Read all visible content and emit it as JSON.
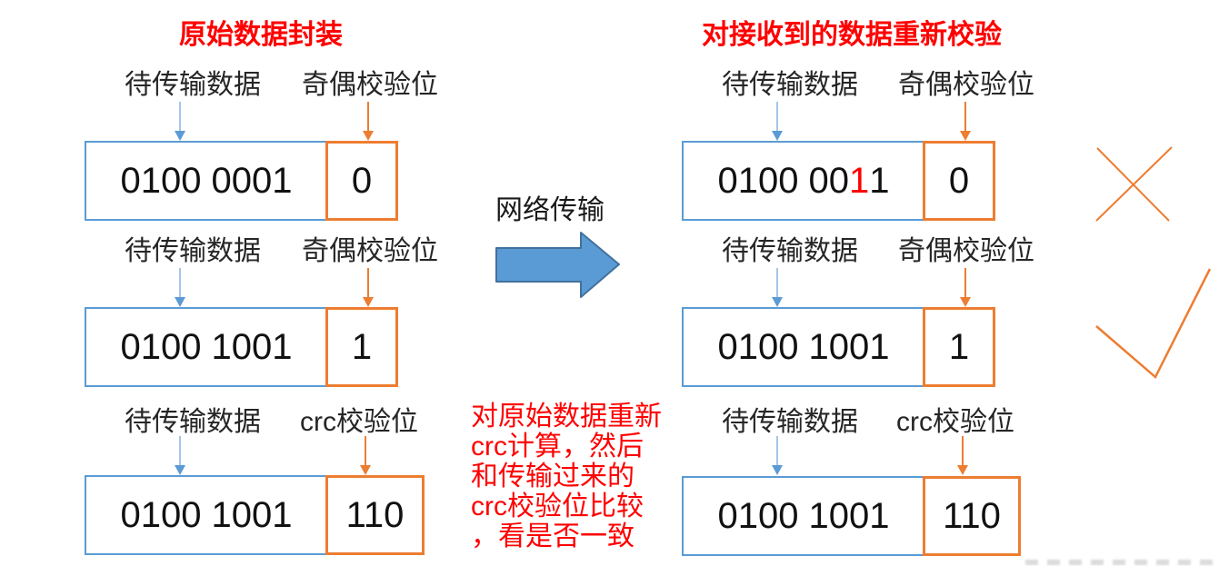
{
  "page": {
    "background": "#ffffff"
  },
  "colors": {
    "title_red": "#ff0000",
    "highlight_red": "#ff0000",
    "box_blue": "#5b9bd5",
    "box_orange": "#ed7d31",
    "big_arrow_fill": "#5b9bd5",
    "big_arrow_border": "#41719c",
    "pointer_blue_line": "#a5c6e9",
    "pointer_blue_head": "#5b9bd5",
    "pointer_orange": "#ed7d31",
    "label_black": "#262626"
  },
  "left": {
    "title": "原始数据封装",
    "rows": [
      {
        "data_label": "待传输数据",
        "check_label": "奇偶校验位",
        "data_prefix": "0100 0001",
        "data_highlight": "",
        "data_suffix": "",
        "check_value": "0"
      },
      {
        "data_label": "待传输数据",
        "check_label": "奇偶校验位",
        "data_prefix": "0100 1001",
        "data_highlight": "",
        "data_suffix": "",
        "check_value": "1"
      },
      {
        "data_label": "待传输数据",
        "check_label": "crc校验位",
        "data_prefix": "0100 1001",
        "data_highlight": "",
        "data_suffix": "",
        "check_value": "110"
      }
    ]
  },
  "middle": {
    "transfer_label": "网络传输",
    "note_lines": [
      "对原始数据重新",
      "crc计算，然后",
      "和传输过来的",
      "crc校验位比较",
      "，看是否一致"
    ]
  },
  "right": {
    "title": "对接收到的数据重新校验",
    "rows": [
      {
        "data_label": "待传输数据",
        "check_label": "奇偶校验位",
        "data_prefix": "0100 00",
        "data_highlight": "1",
        "data_suffix": "1",
        "check_value": "0"
      },
      {
        "data_label": "待传输数据",
        "check_label": "奇偶校验位",
        "data_prefix": "0100 1001",
        "data_highlight": "",
        "data_suffix": "",
        "check_value": "1"
      },
      {
        "data_label": "待传输数据",
        "check_label": "crc校验位",
        "data_prefix": "0100 1001",
        "data_highlight": "",
        "data_suffix": "",
        "check_value": "110"
      }
    ]
  },
  "marks": {
    "cross_icon": "error-cross-icon",
    "check_icon": "success-check-icon",
    "flow_icon": "right-arrow-icon",
    "pointer_icon": "down-arrow-icon"
  }
}
